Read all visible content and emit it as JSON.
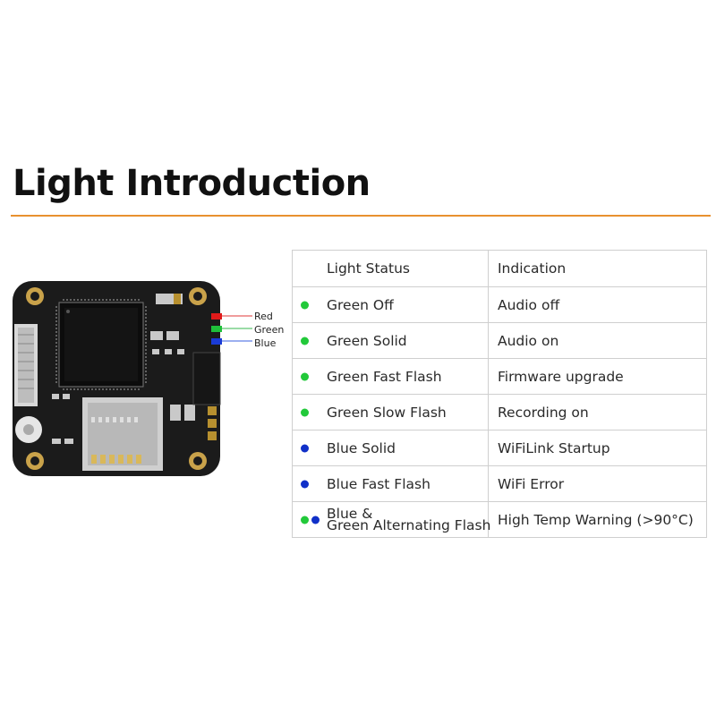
{
  "header": {
    "title": "Light Introduction"
  },
  "board": {
    "led_labels": [
      "Red",
      "Green",
      "Blue"
    ]
  },
  "table": {
    "headers": [
      "Light Status",
      "Indication"
    ],
    "rows": [
      {
        "status": "Green Off",
        "indication": "Audio off",
        "dots": [
          "#22c93a"
        ]
      },
      {
        "status": "Green Solid",
        "indication": "Audio on",
        "dots": [
          "#22c93a"
        ]
      },
      {
        "status": "Green Fast Flash",
        "indication": "Firmware upgrade",
        "dots": [
          "#22c93a"
        ]
      },
      {
        "status": "Green Slow Flash",
        "indication": "Recording on",
        "dots": [
          "#22c93a"
        ]
      },
      {
        "status": "Blue Solid",
        "indication": "WiFiLink Startup",
        "dots": [
          "#1030c8"
        ]
      },
      {
        "status": "Blue Fast Flash",
        "indication": "WiFi Error",
        "dots": [
          "#1030c8"
        ]
      },
      {
        "status_line1": "Blue &",
        "status_line2": "Green Alternating Flash",
        "indication": "High Temp Warning (>90°C)",
        "dots": [
          "#22c93a",
          "#1030c8"
        ]
      }
    ]
  },
  "colors": {
    "accent_rule": "#e8912f",
    "green_dot": "#22c93a",
    "blue_dot": "#1030c8"
  }
}
